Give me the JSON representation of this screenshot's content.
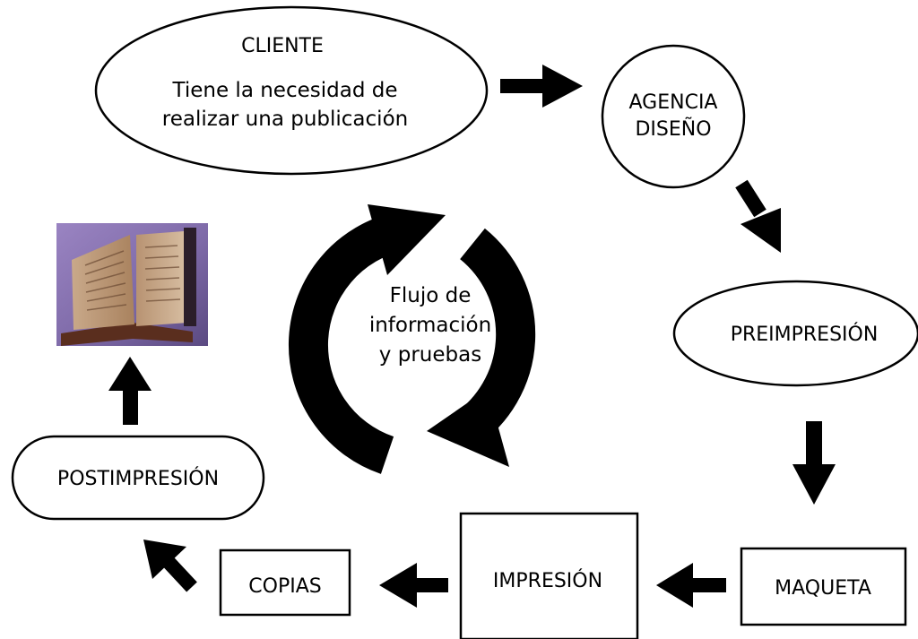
{
  "nodes": {
    "cliente": {
      "title": "CLIENTE",
      "line1": "Tiene la necesidad de",
      "line2": "realizar una publicación"
    },
    "agencia": {
      "line1": "AGENCIA",
      "line2": "DISEÑO"
    },
    "preimpresion": {
      "label": "PREIMPRESIÓN"
    },
    "maqueta": {
      "label": "MAQUETA"
    },
    "impresion": {
      "label": "IMPRESIÓN"
    },
    "copias": {
      "label": "COPIAS"
    },
    "postimpresion": {
      "label": "POSTIMPRESIÓN"
    },
    "flujo": {
      "line1": "Flujo de",
      "line2": "información",
      "line3": "y pruebas"
    }
  },
  "colors": {
    "ink": "#000000",
    "background": "#ffffff",
    "book_background": "#8a6fb0"
  },
  "image": {
    "name": "open-book-photo"
  }
}
